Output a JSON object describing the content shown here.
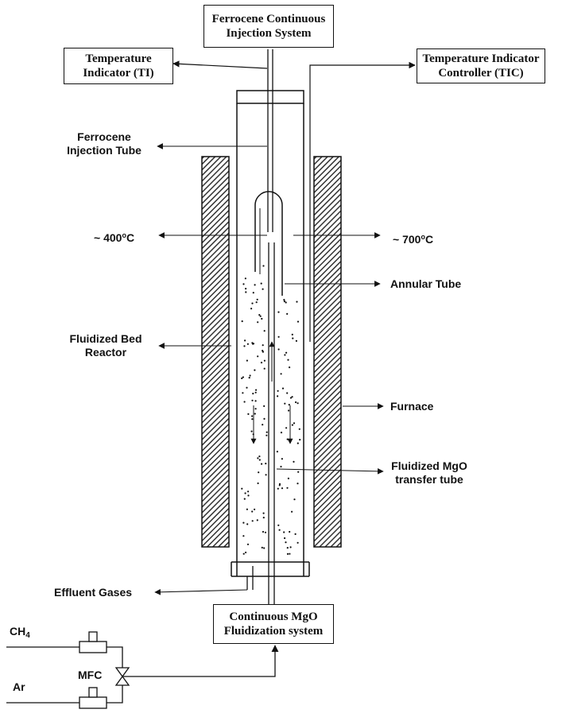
{
  "boxes": {
    "ferrocene_system": [
      "Ferrocene Continuous",
      "Injection System"
    ],
    "temperature_indicator": [
      "Temperature",
      "Indicator (TI)"
    ],
    "temperature_controller": [
      "Temperature Indicator",
      "Controller (TIC)"
    ],
    "mgo_fluidization": [
      "Continuous MgO",
      "Fluidization system"
    ]
  },
  "labels": {
    "ferrocene_tube": [
      "Ferrocene",
      "Injection Tube"
    ],
    "temp_left": "~ 400",
    "temp_right": "~ 700",
    "degree_sign": "o",
    "celsius": "C",
    "annular_tube": "Annular Tube",
    "fluidized_bed": [
      "Fluidized Bed",
      "Reactor"
    ],
    "furnace": "Furnace",
    "transfer_tube": [
      "Fluidized MgO",
      "transfer tube"
    ],
    "effluent": "Effluent Gases",
    "ch4_main": "CH",
    "ch4_sub": "4",
    "mfc": "MFC",
    "ar": "Ar"
  },
  "colors": {
    "line": "#111111",
    "hatch": "#333333",
    "background": "#ffffff"
  }
}
